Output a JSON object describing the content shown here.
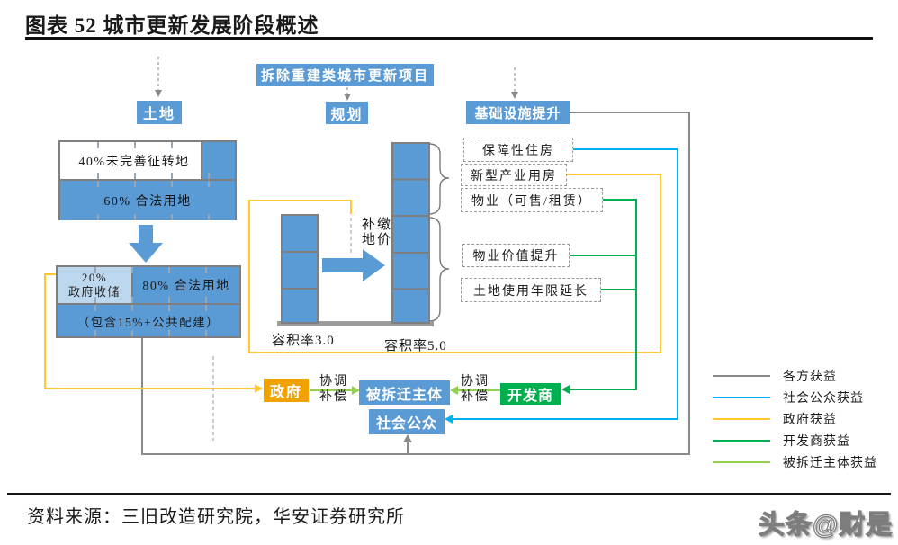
{
  "title": "图表  52  城市更新发展阶段概述",
  "header_box": "拆除重建类城市更新项目",
  "stage_labels": {
    "land": "土地",
    "plan": "规划",
    "infra": "基础设施提升"
  },
  "table1": {
    "row1": "40%未完善征转地",
    "row2": "60% 合法用地"
  },
  "table2": {
    "cell1_line1": "20%",
    "cell1_line2": "政府收储",
    "cell2": "80% 合法用地",
    "row2": "（包含15%+公共配建）"
  },
  "plot_ratio": {
    "left_label": "容积率3.0",
    "right_label": "容积率5.0",
    "premium_line1": "补缴",
    "premium_line2": "地价"
  },
  "benefits": [
    "保障性住房",
    "新型产业用房",
    "物业（可售/租赁）",
    "物业价值提升",
    "土地使用年限延长"
  ],
  "actors": {
    "government": "政府",
    "demolished": "被拆迁主体",
    "developer": "开发商",
    "public": "社会公众"
  },
  "coordination": {
    "line1": "协调",
    "line2": "补偿"
  },
  "legend": [
    {
      "label": "各方获益",
      "color_key": "gray"
    },
    {
      "label": "社会公众获益",
      "color_key": "cyan"
    },
    {
      "label": "政府获益",
      "color_key": "yellow"
    },
    {
      "label": "开发商获益",
      "color_key": "green"
    },
    {
      "label": "被拆迁主体获益",
      "color_key": "lightgreen"
    }
  ],
  "source": "资料来源：三旧改造研究院，华安证券研究所",
  "watermark": "头条@财是",
  "colors": {
    "blue": "#5B9BD5",
    "lightblue": "#BDD7EE",
    "orange": "#F0A202",
    "green": "#00B050",
    "lightgreen": "#92D050",
    "cyan": "#00B0F0",
    "yellow": "#FFC82E",
    "gray": "#8A8A8A",
    "border": "#7F7F7F"
  }
}
